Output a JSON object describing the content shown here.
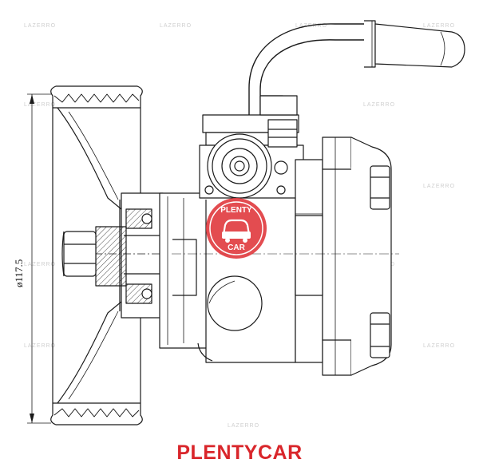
{
  "caption": "PLENTYCAR",
  "dimension_label": "ø117.5",
  "stamp": {
    "top_text": "PLENTY",
    "bottom_text": "CAR"
  },
  "watermark": "LAZERRO",
  "colors": {
    "line": "#1a1a1a",
    "accent": "#d9262b",
    "stamp_fill": "#e0393e"
  }
}
